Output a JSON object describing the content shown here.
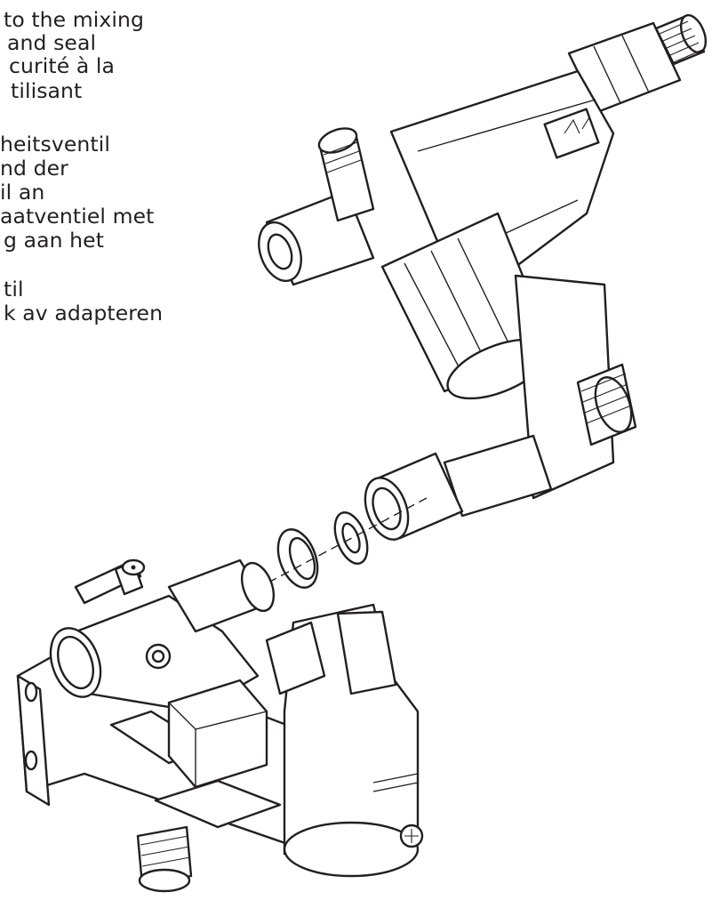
{
  "instruction_lines": [
    " to the mixing",
    " and seal",
    "curité à la",
    "tilisant",
    "heitsventil",
    "nd der",
    "il an",
    "aatventiel met",
    "g aan het",
    " til",
    "k av adapteren"
  ],
  "colors": {
    "ink": "#231f20",
    "paper": "#ffffff"
  }
}
